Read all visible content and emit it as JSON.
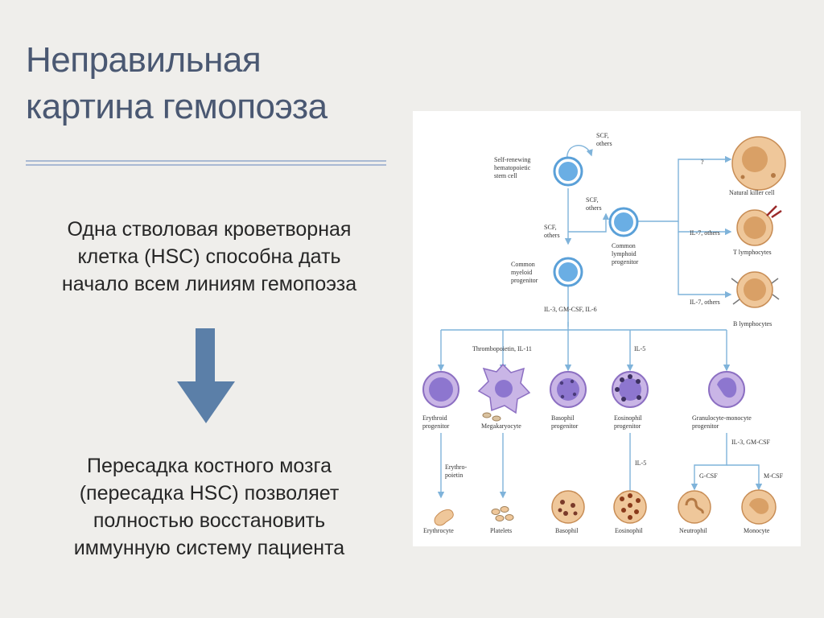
{
  "slide": {
    "title_lines": [
      "Неправильная",
      "картина гемопоэза"
    ],
    "paragraph1_lines": [
      "Одна стволовая кроветворная",
      "клетка (HSC) способна дать",
      "начало всем линиям гемопоэза"
    ],
    "paragraph2_lines": [
      "Пересадка костного мозга",
      "(пересадка HSC) позволяет",
      "полностью восстановить",
      "иммунную систему пациента"
    ],
    "arrow_icon": "down-arrow-icon",
    "arrow_color": "#5b7fa8",
    "title_color": "#4a5872"
  },
  "diagram": {
    "stem_cell": [
      "Self-renewing",
      "hematopoietic",
      "stem cell"
    ],
    "scf_top": [
      "SCF,",
      "others"
    ],
    "scf_mid": [
      "SCF,",
      "others"
    ],
    "scf_left": [
      "SCF,",
      "others"
    ],
    "lymphoid": [
      "Common",
      "lymphoid",
      "progenitor"
    ],
    "myeloid": [
      "Common",
      "myeloid",
      "progenitor"
    ],
    "question": "?",
    "il7_1": "IL-7, others",
    "il7_2": "IL-7, others",
    "nk": "Natural killer cell",
    "t_cells": "T lymphocytes",
    "b_cells": "B lymphocytes",
    "il3_gm_il6": "IL-3, GM-CSF, IL-6",
    "thrombo": "Thrombopoietin, IL-11",
    "il5_a": "IL-5",
    "il5_b": "IL-5",
    "erythroid": [
      "Erythroid",
      "progenitor"
    ],
    "megakaryocyte": "Megakaryocyte",
    "basophil_prog": [
      "Basophil",
      "progenitor"
    ],
    "eosinophil_prog": [
      "Eosinophil",
      "progenitor"
    ],
    "gm_prog": [
      "Granulocyte-monocyte",
      "progenitor"
    ],
    "il3_gm": "IL-3, GM-CSF",
    "epo": [
      "Erythro-",
      "poietin"
    ],
    "gcsf": "G-CSF",
    "mcsf": "M-CSF",
    "erythrocyte": "Erythrocyte",
    "platelets": "Platelets",
    "basophil": "Basophil",
    "eosinophil": "Eosinophil",
    "neutrophil": "Neutrophil",
    "monocyte": "Monocyte"
  }
}
